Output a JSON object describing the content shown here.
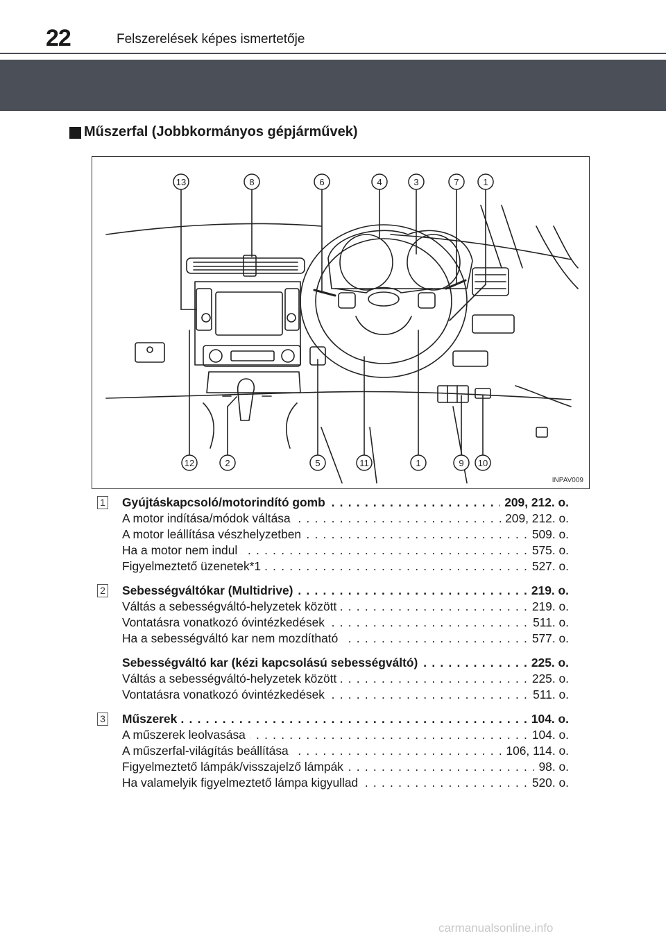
{
  "header": {
    "page_number": "22",
    "chapter_title": "Felszerelések képes ismertetője"
  },
  "section": {
    "title": "Műszerfal (Jobbkormányos gépjárművek)"
  },
  "figure": {
    "code": "INPAV009",
    "callouts_top": [
      "13",
      "8",
      "6",
      "4",
      "3",
      "7",
      "1"
    ],
    "callouts_bottom": [
      "12",
      "2",
      "5",
      "11",
      "1",
      "9",
      "10"
    ]
  },
  "entries": [
    {
      "num": "1",
      "lines": [
        {
          "text": "Gyújtáskapcsoló/motorindító gomb",
          "page": "209, 212. o.",
          "bold": true
        },
        {
          "text": "A motor indítása/módok váltása",
          "page": "209, 212. o.",
          "bold": false
        },
        {
          "text": "A motor leállítása vészhelyzetben",
          "page": "509. o.",
          "bold": false
        },
        {
          "text": "Ha a motor nem indul",
          "page": "575. o.",
          "bold": false
        },
        {
          "text": "Figyelmeztető üzenetek*1",
          "page": "527. o.",
          "bold": false
        }
      ]
    },
    {
      "num": "2",
      "lines": [
        {
          "text": "Sebességváltókar (Multidrive)",
          "page": "219. o.",
          "bold": true
        },
        {
          "text": "Váltás a sebességváltó-helyzetek között",
          "page": "219. o.",
          "bold": false
        },
        {
          "text": "Vontatásra vonatkozó óvintézkedések",
          "page": "511. o.",
          "bold": false
        },
        {
          "text": "Ha a sebességváltó kar nem mozdítható",
          "page": "577. o.",
          "bold": false
        }
      ]
    },
    {
      "num": "",
      "lines": [
        {
          "text": "Sebességváltó kar (kézi kapcsolású sebességváltó)",
          "page": "225. o.",
          "bold": true
        },
        {
          "text": "Váltás a sebességváltó-helyzetek között",
          "page": "225. o.",
          "bold": false
        },
        {
          "text": "Vontatásra vonatkozó óvintézkedések",
          "page": "511. o.",
          "bold": false
        }
      ]
    },
    {
      "num": "3",
      "lines": [
        {
          "text": "Műszerek",
          "page": "104. o.",
          "bold": true
        },
        {
          "text": "A műszerek leolvasása",
          "page": "104. o.",
          "bold": false
        },
        {
          "text": "A műszerfal-világítás beállítása",
          "page": "106, 114. o.",
          "bold": false
        },
        {
          "text": "Figyelmeztető lámpák/visszajelző lámpák",
          "page": "98. o.",
          "bold": false
        },
        {
          "text": "Ha valamelyik figyelmeztető lámpa kigyullad",
          "page": "520. o.",
          "bold": false
        }
      ]
    }
  ],
  "footer": {
    "watermark": "carmanualsonline.info"
  }
}
